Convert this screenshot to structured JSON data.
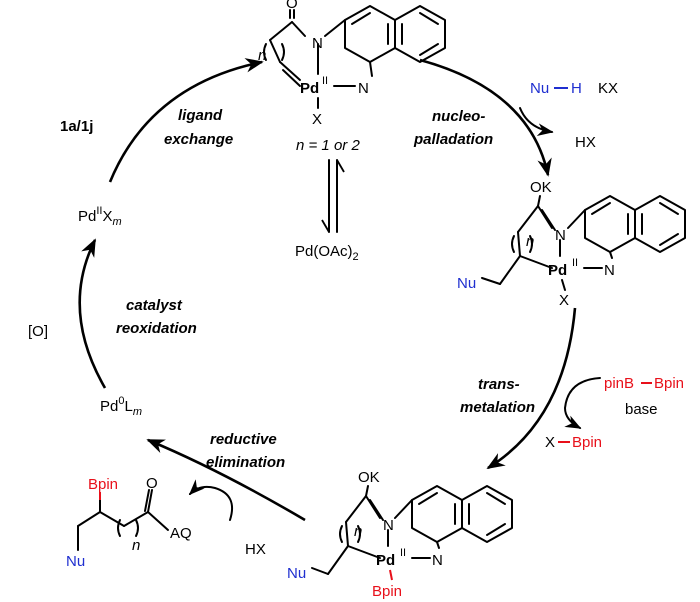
{
  "colors": {
    "blue": "#1f2fd0",
    "red": "#e8101a",
    "black": "#000000"
  },
  "steps": {
    "ligand_exchange": [
      "ligand",
      "exchange"
    ],
    "nucleopalladation": [
      "nucleo-",
      "palladation"
    ],
    "transmetalation": [
      "trans-",
      "metalation"
    ],
    "reductive_elimination": [
      "reductive",
      "elimination"
    ],
    "catalyst_reoxidation": [
      "catalyst",
      "reoxidation"
    ]
  },
  "reagents": {
    "start_material": "1a/1j",
    "nu": "Nu",
    "h": "H",
    "kx": "KX",
    "hx_out": "HX",
    "pinb": "pinB",
    "bpin": "Bpin",
    "base": "base",
    "x": "X",
    "hx_in": "HX",
    "oxidant": "[O]",
    "pd_oac": "Pd(OAc)",
    "pd_oac_sub": "2",
    "n_cond": "n = 1 or 2"
  },
  "species": {
    "pd2xm": {
      "main": "Pd",
      "sup": "II",
      "x": "X",
      "sub": "m"
    },
    "pd0lm": {
      "main": "Pd",
      "sup": "0",
      "l": "L",
      "sub": "m"
    }
  },
  "atoms": {
    "O": "O",
    "OK": "OK",
    "N": "N",
    "Pd": "Pd",
    "II": "II",
    "X": "X",
    "n": "n",
    "Nu": "Nu",
    "Bpin": "Bpin",
    "AQ": "AQ"
  }
}
